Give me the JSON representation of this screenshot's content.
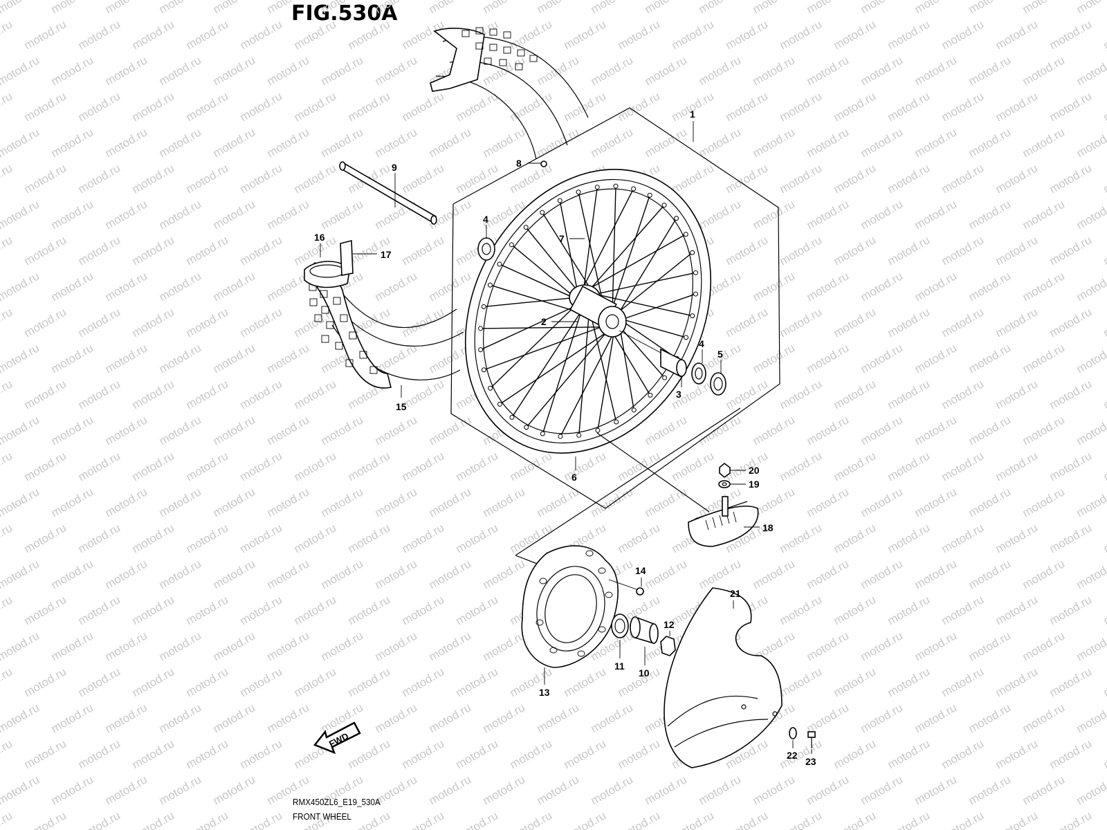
{
  "figure": {
    "title": "FIG.530A",
    "code": "RMX450ZL6_E19_530A",
    "name": "FRONT WHEEL",
    "direction_label": "FWD",
    "watermark": "motod.ru"
  },
  "callouts": [
    {
      "label": "1"
    },
    {
      "label": "2"
    },
    {
      "label": "3"
    },
    {
      "label": "4"
    },
    {
      "label": "4"
    },
    {
      "label": "5"
    },
    {
      "label": "6"
    },
    {
      "label": "7"
    },
    {
      "label": "8"
    },
    {
      "label": "9"
    },
    {
      "label": "10"
    },
    {
      "label": "11"
    },
    {
      "label": "12"
    },
    {
      "label": "13"
    },
    {
      "label": "14"
    },
    {
      "label": "15"
    },
    {
      "label": "16"
    },
    {
      "label": "17"
    },
    {
      "label": "18"
    },
    {
      "label": "19"
    },
    {
      "label": "20"
    },
    {
      "label": "21"
    },
    {
      "label": "22"
    },
    {
      "label": "23"
    }
  ]
}
